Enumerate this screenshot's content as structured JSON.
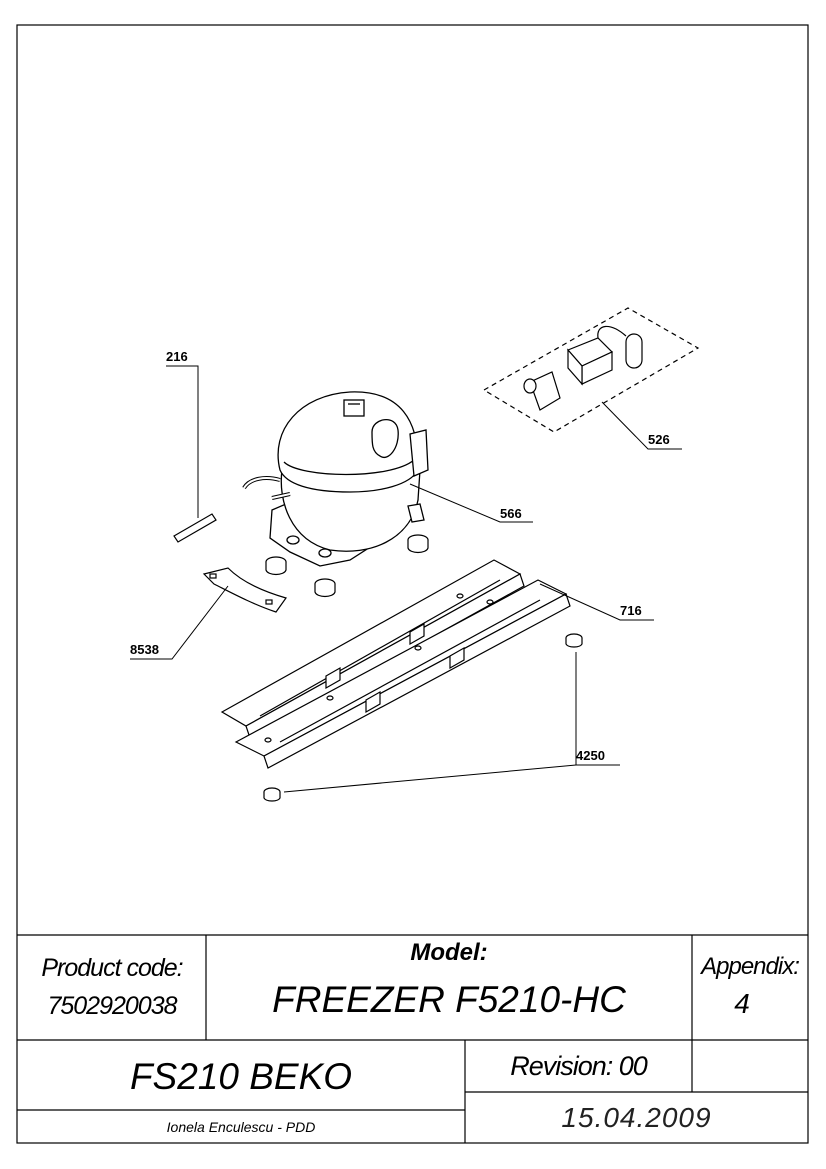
{
  "callouts": {
    "c216": "216",
    "c526": "526",
    "c566": "566",
    "c716": "716",
    "c8538": "8538",
    "c4250": "4250"
  },
  "title_block": {
    "product_code_label": "Product code:",
    "product_code_value": "7502920038",
    "model_label": "Model:",
    "model_value": "FREEZER F5210-HC",
    "appendix_label": "Appendix:",
    "appendix_value": "4",
    "product_name": "FS210 BEKO",
    "revision": "Revision: 00",
    "author": "Ionela Enculescu - PDD",
    "date": "15.04.2009"
  }
}
